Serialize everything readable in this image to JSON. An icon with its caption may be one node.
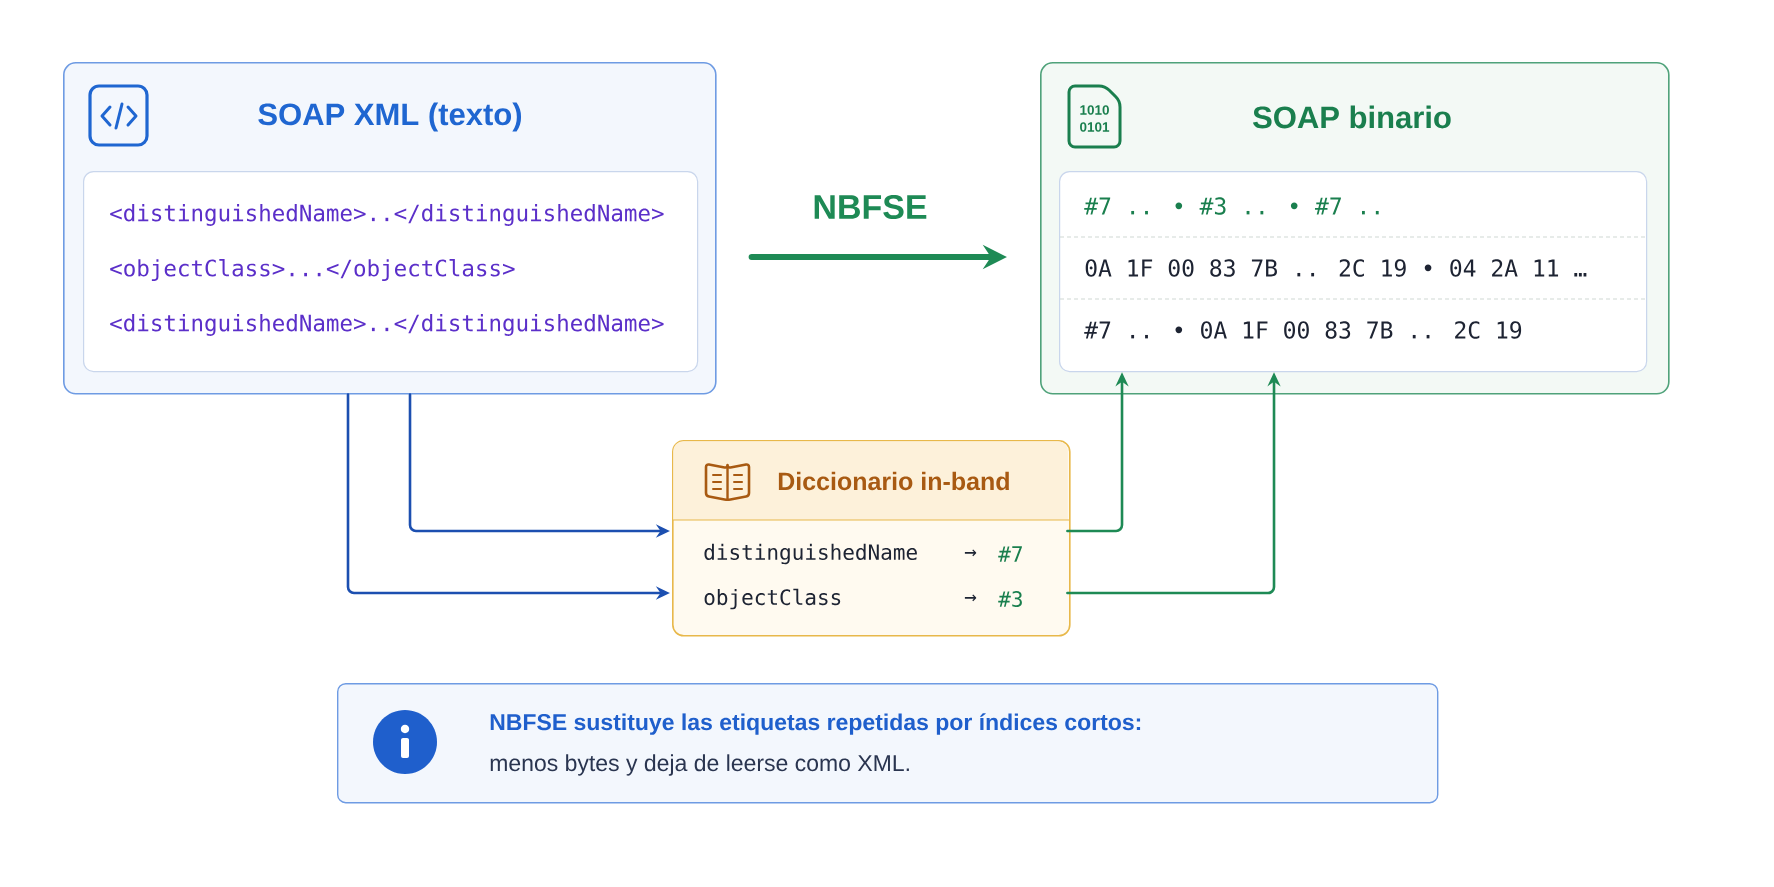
{
  "diagram": {
    "nodes": [
      {
        "text": [
          "SOAP XML (texto)"
        ]
      },
      {
        "text": [
          "<distinguishedName>..</distinguishedName>",
          "<objectClass>...</objectClass>",
          "<distinguishedName>..</distinguishedName>"
        ],
        "in": 0
      },
      {
        "text": [
          "SOAP binario"
        ]
      },
      {
        "text": [
          "#7 .. • #3 .. • #7 ..",
          "0A 1F 00 83 7B .. 2C 19 • 04 2A 11 …",
          "#7 .. • 0A 1F 00 83 7B .. 2C 19"
        ],
        "in": 2
      },
      {
        "text": [
          "Diccionario in-band"
        ]
      },
      {
        "text": [
          "distinguishedName",
          "→",
          "#7"
        ],
        "in": 4
      },
      {
        "text": [
          "objectClass",
          "→",
          "#3"
        ],
        "in": 4
      },
      {
        "text": [
          "NBFSE sustituye las etiquetas repetidas por índices cortos:",
          "menos bytes y deja de leerse como XML."
        ]
      }
    ],
    "edges": [
      {
        "from": 0,
        "to": 2,
        "arrow": "to",
        "label": "NBFSE",
        "style": "thick",
        "color": "#1e8a55"
      },
      {
        "from": 0,
        "to": 5,
        "arrow": "to",
        "color": "#1c4fb0"
      },
      {
        "from": 0,
        "to": 6,
        "arrow": "to",
        "color": "#1c4fb0"
      },
      {
        "from": 5,
        "to": 3,
        "arrow": "to",
        "color": "#1e8a55"
      },
      {
        "from": 6,
        "to": 3,
        "arrow": "to",
        "color": "#1e8a55"
      }
    ],
    "labels": [
      "1010",
      "0101"
    ]
  }
}
